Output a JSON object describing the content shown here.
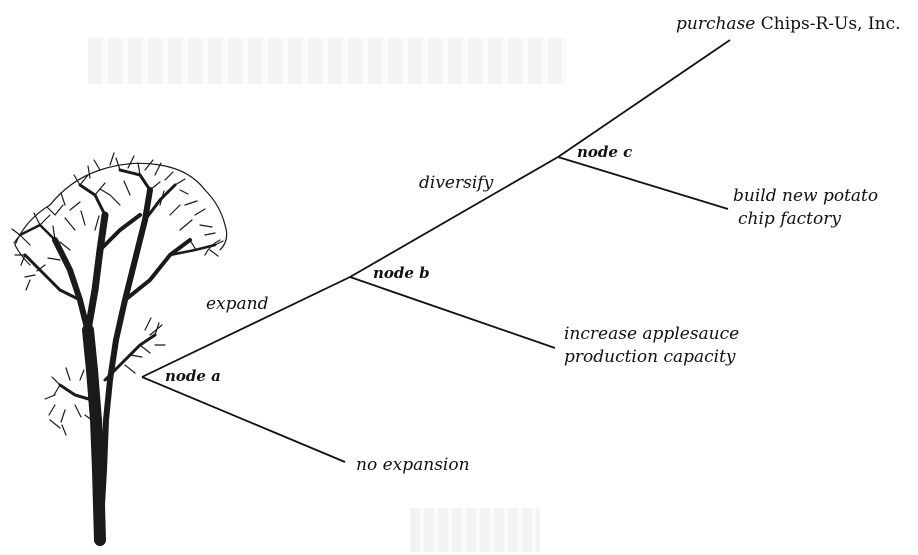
{
  "nodes": {
    "a": "node a",
    "b": "node b",
    "c": "node c"
  },
  "branches": {
    "expand": "expand",
    "no_expansion": "no expansion",
    "diversify": "diversify",
    "increase_applesauce_line1": "increase applesauce",
    "increase_applesauce_line2": "production capacity",
    "build_factory_line1": "build new potato",
    "build_factory_line2": "chip factory",
    "purchase_verb": "purchase",
    "purchase_object": "Chips-R-Us, Inc."
  },
  "colors": {
    "line": "#111111",
    "tree": "#1a1a1a"
  }
}
